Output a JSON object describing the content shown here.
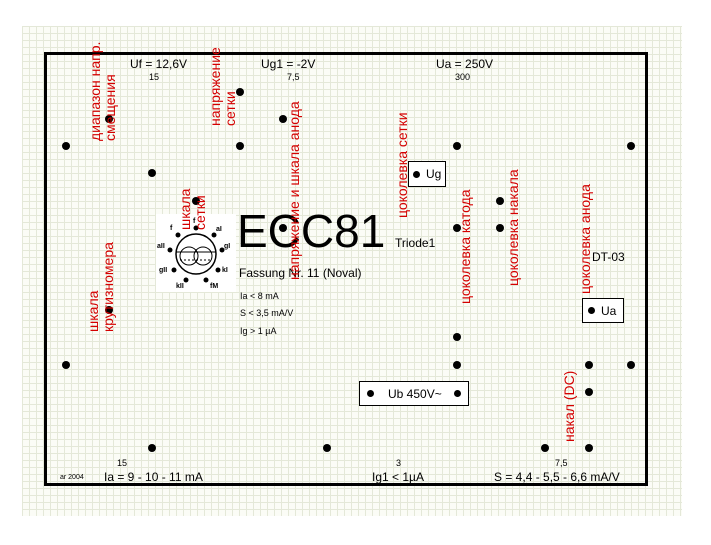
{
  "tube": {
    "name": "ECC81",
    "unit": "Triode1",
    "socket": "Fassung Nr. 11 (Noval)",
    "spec_ia": "Ia < 8 mA",
    "spec_s": "S < 3,5 mA/V",
    "spec_ig": "Ig > 1 µA",
    "code": "DT-03",
    "author": "ar 2004",
    "pins": [
      "f",
      "aI",
      "gI",
      "kI",
      "fM",
      "kII",
      "gII",
      "aII",
      "f"
    ]
  },
  "top": {
    "uf": "Uf = 12,6V",
    "uf_scale": "15",
    "ug1": "Ug1 = -2V",
    "ug1_scale": "7,5",
    "ua": "Ua = 250V",
    "ua_scale": "300"
  },
  "bottom": {
    "ia": "Ia = 9 - 10 - 11 mA",
    "ia_scale": "15",
    "ig1": "Ig1 < 1µA",
    "ig1_scale": "3",
    "s": "S = 4,4 - 5,5 - 6,6 mA/V",
    "s_scale": "7,5"
  },
  "boxes": {
    "ug": "Ug",
    "ua": "Ua",
    "ub": "Ub 450V~"
  },
  "annotations": {
    "bias_range": "диапазон напр.\nсмещения",
    "grid_voltage": "напряжение\nсетки",
    "voltage_anode_scale": "напряжение и шкала анода",
    "grid_scale": "шкала\nсетки",
    "transconductance_scale": "шкала\nкрутизномера",
    "grid_socket": "цоколевка сетки",
    "cathode_socket": "цоколевка катода",
    "heater_socket": "цоколевка накала",
    "anode_socket": "цоколевка анода",
    "heater_dc": "накал (DC)"
  }
}
